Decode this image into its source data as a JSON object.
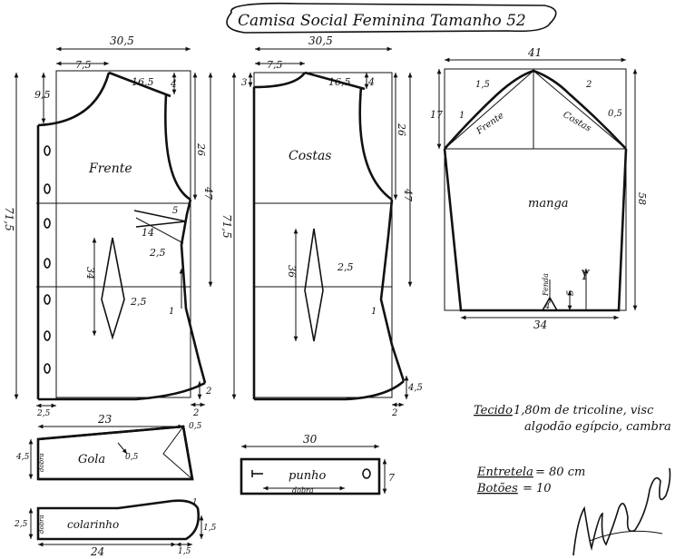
{
  "title": "Camisa Social Feminina Tamanho 52",
  "front": {
    "label": "Frente",
    "width_top": "30,5",
    "neck_w": "7,5",
    "neck_h": "9,5",
    "shoulder": "16,5",
    "shoulder_drop": "4",
    "armhole": "26",
    "side_h": "47",
    "total_h": "71,5",
    "dart_len": "34",
    "dart_w": "2,5",
    "bust_dart_len": "14",
    "bust_dart_w": "2,5",
    "bust_dart_gap": "5",
    "side_in": "1",
    "hem_rise": "2",
    "hem_side": "2",
    "placket": "2,5"
  },
  "back": {
    "label": "Costas",
    "width_top": "30,5",
    "neck_w": "7,5",
    "neck_h": "3",
    "shoulder": "16,5",
    "shoulder_drop": "4",
    "armhole": "26",
    "side_h": "47",
    "total_h": "71,5",
    "dart_len": "36",
    "dart_w": "2,5",
    "side_in": "1",
    "hem_rise": "4,5",
    "hem_side": "2"
  },
  "sleeve": {
    "label": "manga",
    "top": "41",
    "cap_h": "17",
    "total_h": "58",
    "bottom": "34",
    "front_label": "Frente",
    "back_label": "Costas",
    "front_a": "1,5",
    "front_b": "1",
    "back_a": "2",
    "back_b": "0,5",
    "slit_label": "Fenda",
    "slit_w": "4",
    "slit_h": "5",
    "grain_mark": "Y"
  },
  "collar": {
    "label": "Gola",
    "length": "23",
    "height": "4,5",
    "top_tip": "0,5",
    "inner_tip": "0,5",
    "fold": "dobra"
  },
  "collar_stand": {
    "label": "colarinho",
    "length": "24",
    "height": "2,5",
    "tip": "1",
    "end_h": "1,5",
    "ext": "1,5",
    "fold": "dobra"
  },
  "cuff": {
    "label": "punho",
    "length": "30",
    "height": "7",
    "fold": "dobra"
  },
  "notes": {
    "fabric_label": "Tecido",
    "fabric_line1": "1,80m de tricoline, visc",
    "fabric_line2": "algodão egípcio, cambra",
    "interfacing_label": "Entretela",
    "interfacing_value": "= 80 cm",
    "buttons_label": "Botões",
    "buttons_value": "= 10"
  },
  "signature": "Marlene Mukai"
}
